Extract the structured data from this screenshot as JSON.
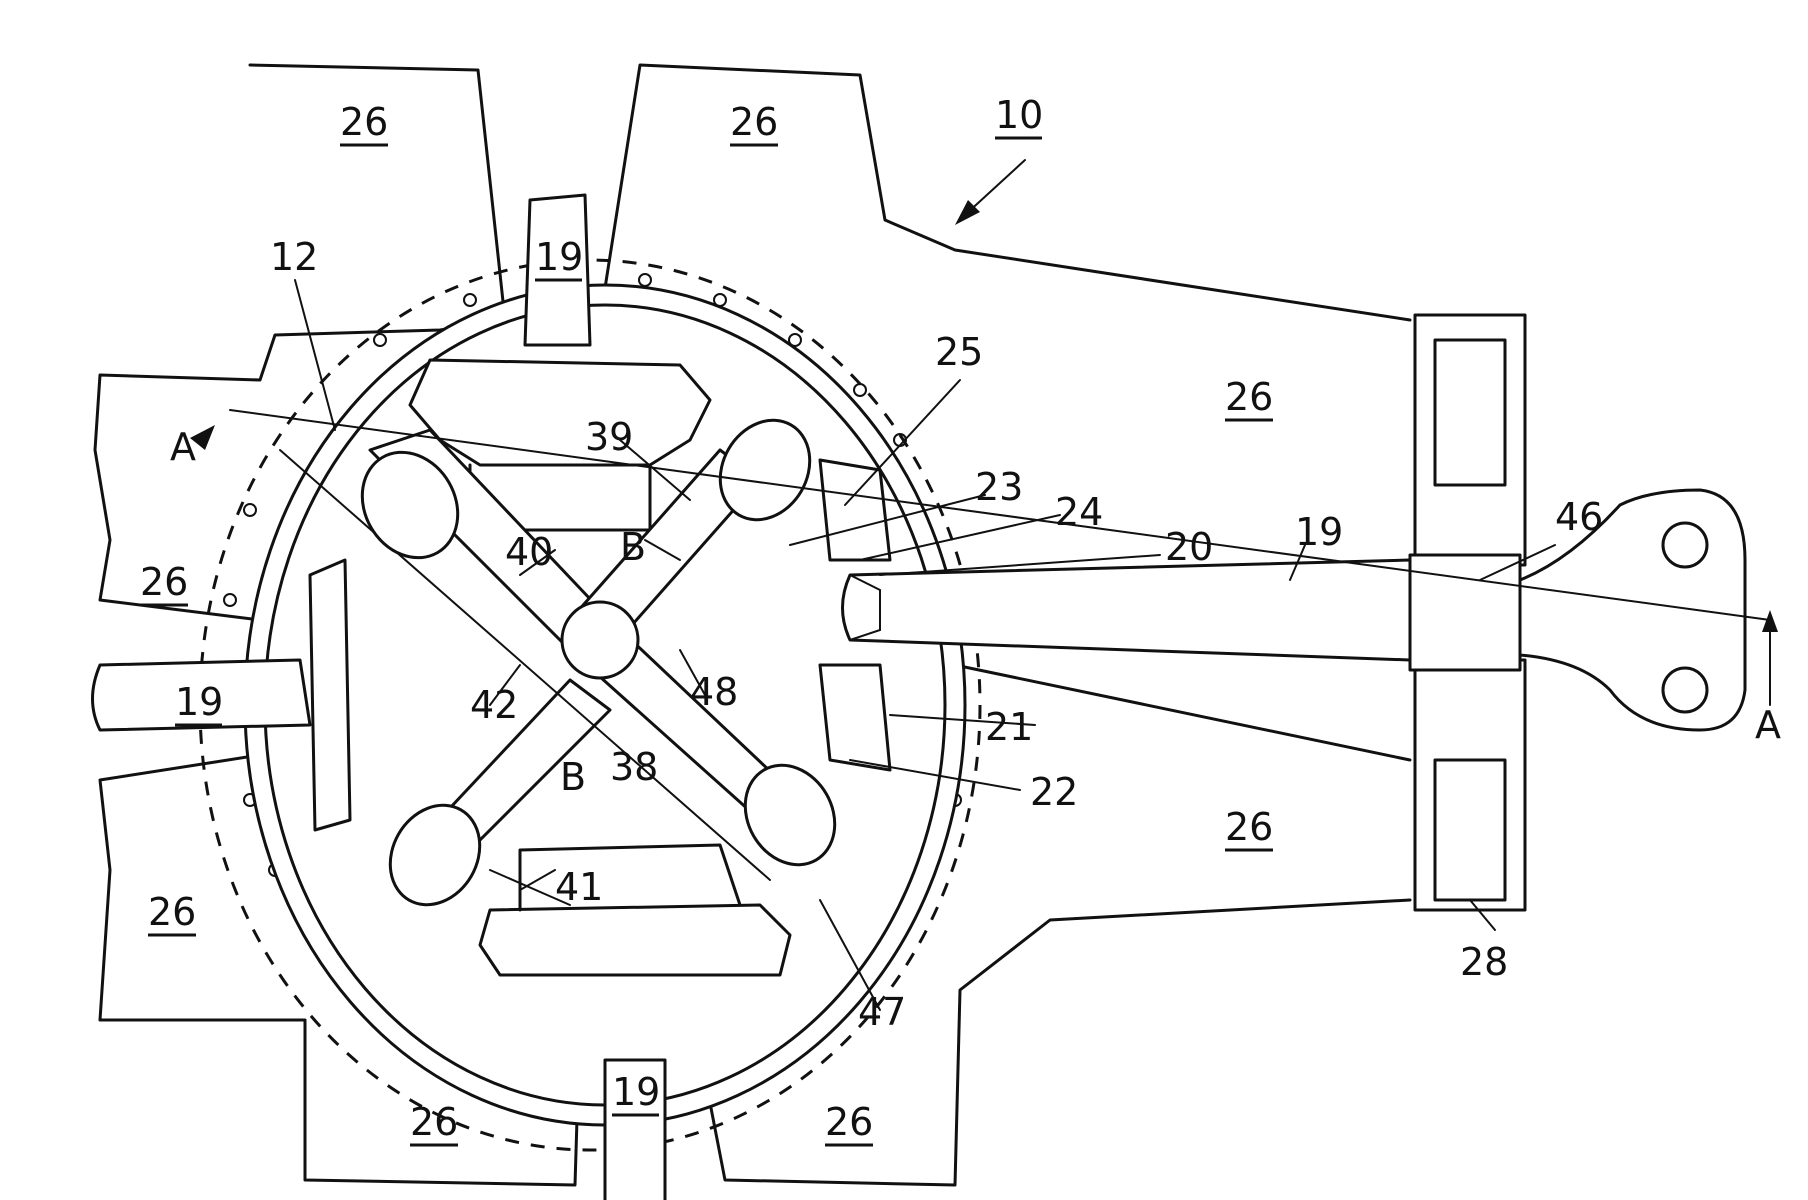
{
  "figure": {
    "ref_main": "10",
    "ref_section_a": "A",
    "ref_section_b": "B",
    "labels": {
      "n12": "12",
      "n19": "19",
      "n20": "20",
      "n21": "21",
      "n22": "22",
      "n23": "23",
      "n24": "24",
      "n25": "25",
      "n26": "26",
      "n28": "28",
      "n38": "38",
      "n39": "39",
      "n40": "40",
      "n41": "41",
      "n42": "42",
      "n46": "46",
      "n47": "47",
      "n48": "48"
    }
  }
}
